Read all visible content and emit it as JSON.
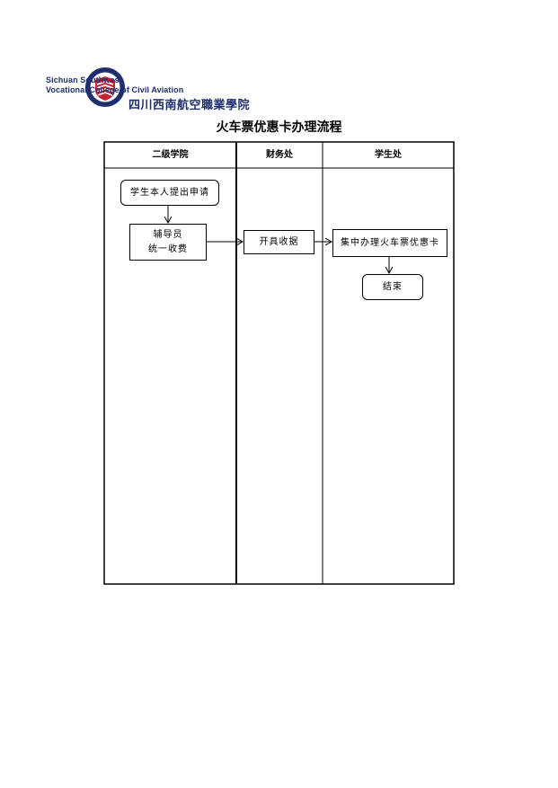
{
  "logo": {
    "text_en_line1": "Sichuan Southwest",
    "text_en_line2": "Vocational College of Civil Aviation",
    "text_cn": "四川西南航空職業學院",
    "color_navy": "#1f2f6e",
    "color_red": "#c8202f"
  },
  "title": "火车票优惠卡办理流程",
  "lanes": [
    {
      "label": "二级学院"
    },
    {
      "label": "财务处"
    },
    {
      "label": "学生处"
    }
  ],
  "nodes": {
    "apply": "学生本人提出申请",
    "counselor_line1": "辅导员",
    "counselor_line2": "统一收费",
    "receipt": "开具收据",
    "process": "集中办理火车票优惠卡",
    "end": "结束"
  }
}
